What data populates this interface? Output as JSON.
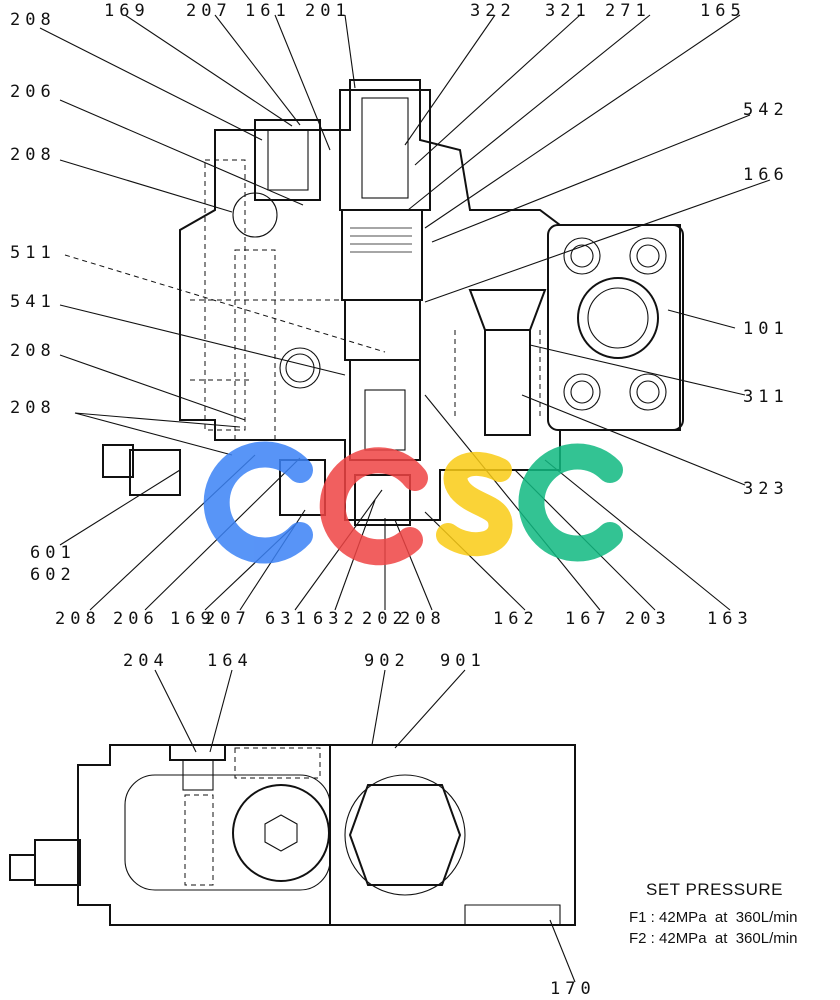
{
  "part_labels": [
    "208",
    "169",
    "207",
    "161",
    "201",
    "322",
    "321",
    "271",
    "165",
    "206",
    "208",
    "542",
    "166",
    "511",
    "541",
    "101",
    "208",
    "208",
    "311",
    "323",
    "601",
    "602",
    "208",
    "206",
    "169",
    "207",
    "631",
    "632",
    "202",
    "208",
    "162",
    "167",
    "203",
    "163",
    "204",
    "164",
    "902",
    "901",
    "170"
  ],
  "note": {
    "title": "SET PRESSURE",
    "lines": [
      "F1 : 42MPa  at  360L/min",
      "F2 : 42MPa  at  360L/min"
    ]
  },
  "watermark": {
    "letters": [
      "C",
      "C",
      "S",
      "C"
    ],
    "colors": [
      "#3b82f6",
      "#ef4444",
      "#facc15",
      "#10b981"
    ]
  }
}
